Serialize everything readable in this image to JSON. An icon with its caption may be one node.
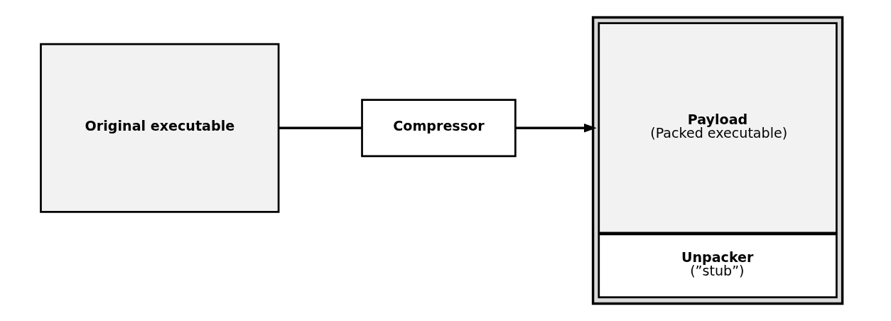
{
  "diagram": {
    "nodes": [
      {
        "text": [
          "Original executable"
        ]
      },
      {
        "text": [
          "Compressor"
        ]
      },
      {
        "text": [],
        "shape": "box"
      },
      {
        "text": [
          "Unpacker",
          "(”stub”)"
        ],
        "in": 2
      },
      {
        "text": [
          "Payload",
          "(Packed executable)"
        ],
        "in": 2
      }
    ],
    "edges": [
      {
        "from": 0,
        "to": 1,
        "arrow": "none"
      },
      {
        "from": 1,
        "to": 2,
        "arrow": "to"
      }
    ]
  }
}
